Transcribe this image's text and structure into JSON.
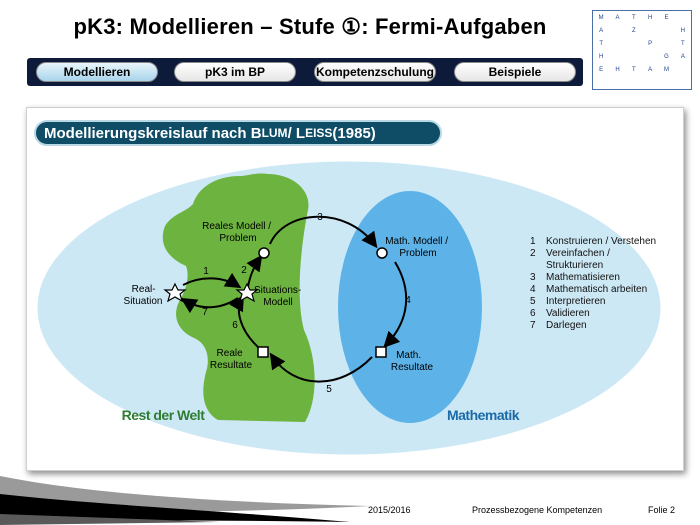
{
  "header": {
    "title": "pK3: Modellieren – Stufe ①: Fermi-Aufgaben",
    "logo_letters": [
      [
        "M",
        "A",
        "T",
        "H",
        "E",
        ""
      ],
      [
        "A",
        "",
        "Z",
        "",
        "",
        "H"
      ],
      [
        "T",
        "",
        "",
        "P",
        "",
        "T"
      ],
      [
        "H",
        "",
        "",
        "",
        "G",
        "A"
      ],
      [
        "E",
        "H",
        "T",
        "A",
        "M",
        ""
      ]
    ]
  },
  "nav": [
    {
      "label": "Modellieren",
      "active": true
    },
    {
      "label": "pK3 im BP",
      "active": false
    },
    {
      "label": "Kompetenzschulung",
      "active": false
    },
    {
      "label": "Beispiele",
      "active": false
    }
  ],
  "section": {
    "title_main": "Modellierungskreislauf nach B",
    "title_sc1": "LUM",
    "title_sep": "/ L",
    "title_sc2": "EISS",
    "title_year": " (1985)"
  },
  "diagram": {
    "real_world_label": "Rest der Welt",
    "math_label": "Mathematik",
    "nodes": {
      "real_situation": "Real-\nSituation",
      "situation_model": "Situations-\nModell",
      "real_model": "Reales Modell /\nProblem",
      "math_model": "Math. Modell /\nProblem",
      "math_results": "Math.\nResultate",
      "real_results": "Reale\nResultate"
    },
    "step_numbers": [
      "1",
      "2",
      "3",
      "4",
      "5",
      "6",
      "7"
    ]
  },
  "legend": [
    {
      "num": "1",
      "text": "Konstruieren / Verstehen"
    },
    {
      "num": "2",
      "text": "Vereinfachen / Strukturieren"
    },
    {
      "num": "3",
      "text": "Mathematisieren"
    },
    {
      "num": "4",
      "text": "Mathematisch arbeiten"
    },
    {
      "num": "5",
      "text": "Interpretieren"
    },
    {
      "num": "6",
      "text": "Validieren"
    },
    {
      "num": "7",
      "text": "Darlegen"
    }
  ],
  "footer": {
    "year": "2015/2016",
    "topic": "Prozessbezogene Kompetenzen",
    "slide": "Folie 2"
  },
  "colors": {
    "real_world": "#6db33f",
    "math": "#5db3e8",
    "ellipse": "#cde8f5",
    "section_bg": "#0f4c66"
  }
}
